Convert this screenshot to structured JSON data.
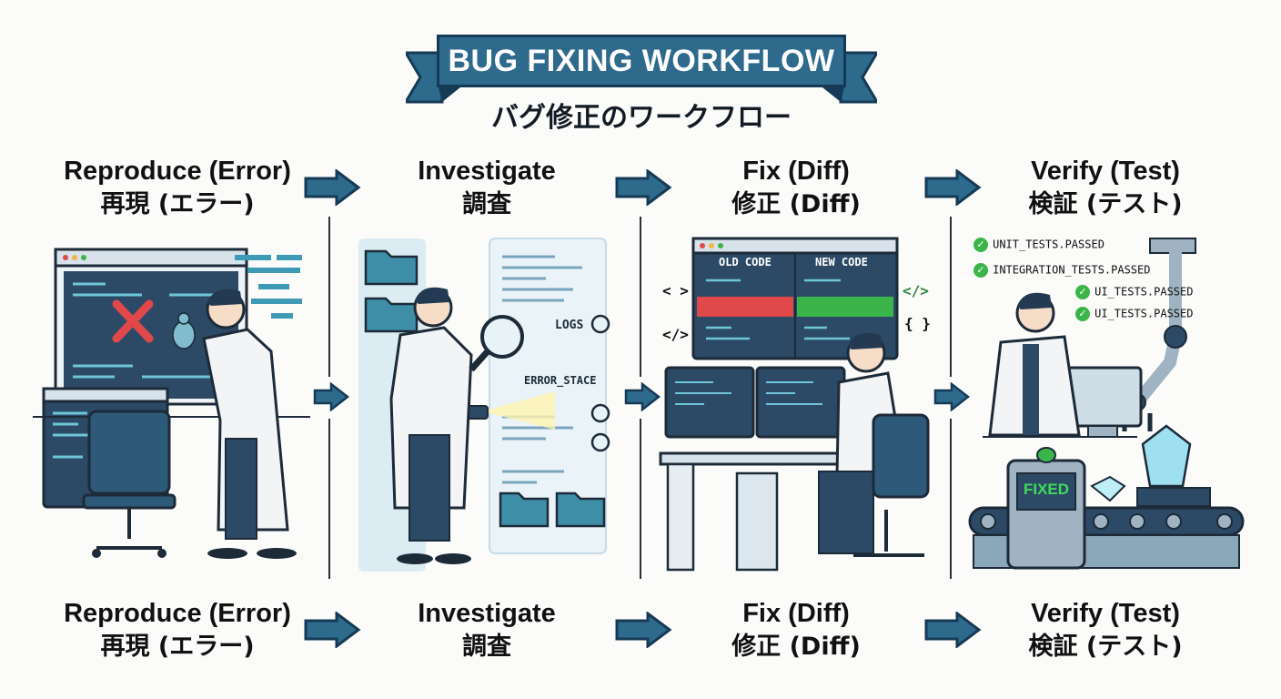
{
  "header": {
    "title_en": "BUG FIXING WORKFLOW",
    "title_jp": "バグ修正のワークフロー"
  },
  "steps": [
    {
      "en": "Reproduce (Error)",
      "jp": "再現 (エラー)"
    },
    {
      "en": "Investigate",
      "jp": "調査"
    },
    {
      "en": "Fix (Diff)",
      "jp": "修正 (Diff)"
    },
    {
      "en": "Verify (Test)",
      "jp": "検証 (テスト)"
    }
  ],
  "investigate": {
    "logs": "LOGS",
    "error_stack": "ERROR_STACE"
  },
  "fix": {
    "old_code": "OLD CODE",
    "new_code": "NEW CODE",
    "tag_open": "< >",
    "tag_close": "</>",
    "tag_close_green": "</>",
    "braces": "{ }"
  },
  "verify": {
    "tests": [
      "UNIT_TESTS.PASSED",
      "INTEGRATION_TESTS.PASSED",
      "UI_TESTS.PASSED",
      "UI_TESTS.PASSED"
    ],
    "fixed": "FIXED"
  },
  "colors": {
    "accent_dark": "#1f4e6e",
    "accent": "#2e6a8c",
    "error_red": "#e0484a",
    "pass_green": "#3bb54a",
    "screen_bg": "#2c4a66"
  }
}
